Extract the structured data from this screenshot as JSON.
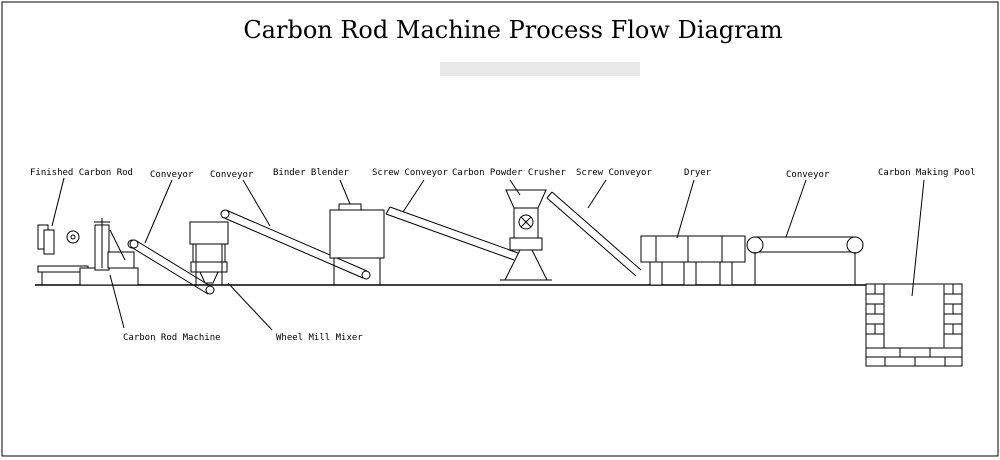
{
  "title": "Carbon Rod Machine Process Flow Diagram",
  "labels": {
    "finished_carbon_rod": "Finished Carbon Rod",
    "conveyor_1": "Conveyor",
    "conveyor_2": "Conveyor",
    "binder_blender": "Binder Blender",
    "screw_conveyor_1": "Screw Conveyor",
    "carbon_powder_crusher": "Carbon Powder Crusher",
    "screw_conveyor_2": "Screw Conveyor",
    "dryer": "Dryer",
    "conveyor_3": "Conveyor",
    "carbon_making_pool": "Carbon Making Pool",
    "carbon_rod_machine": "Carbon Rod Machine",
    "wheel_mill_mixer": "Wheel Mill Mixer"
  },
  "colors": {
    "ink": "#000000",
    "background": "#ffffff"
  }
}
